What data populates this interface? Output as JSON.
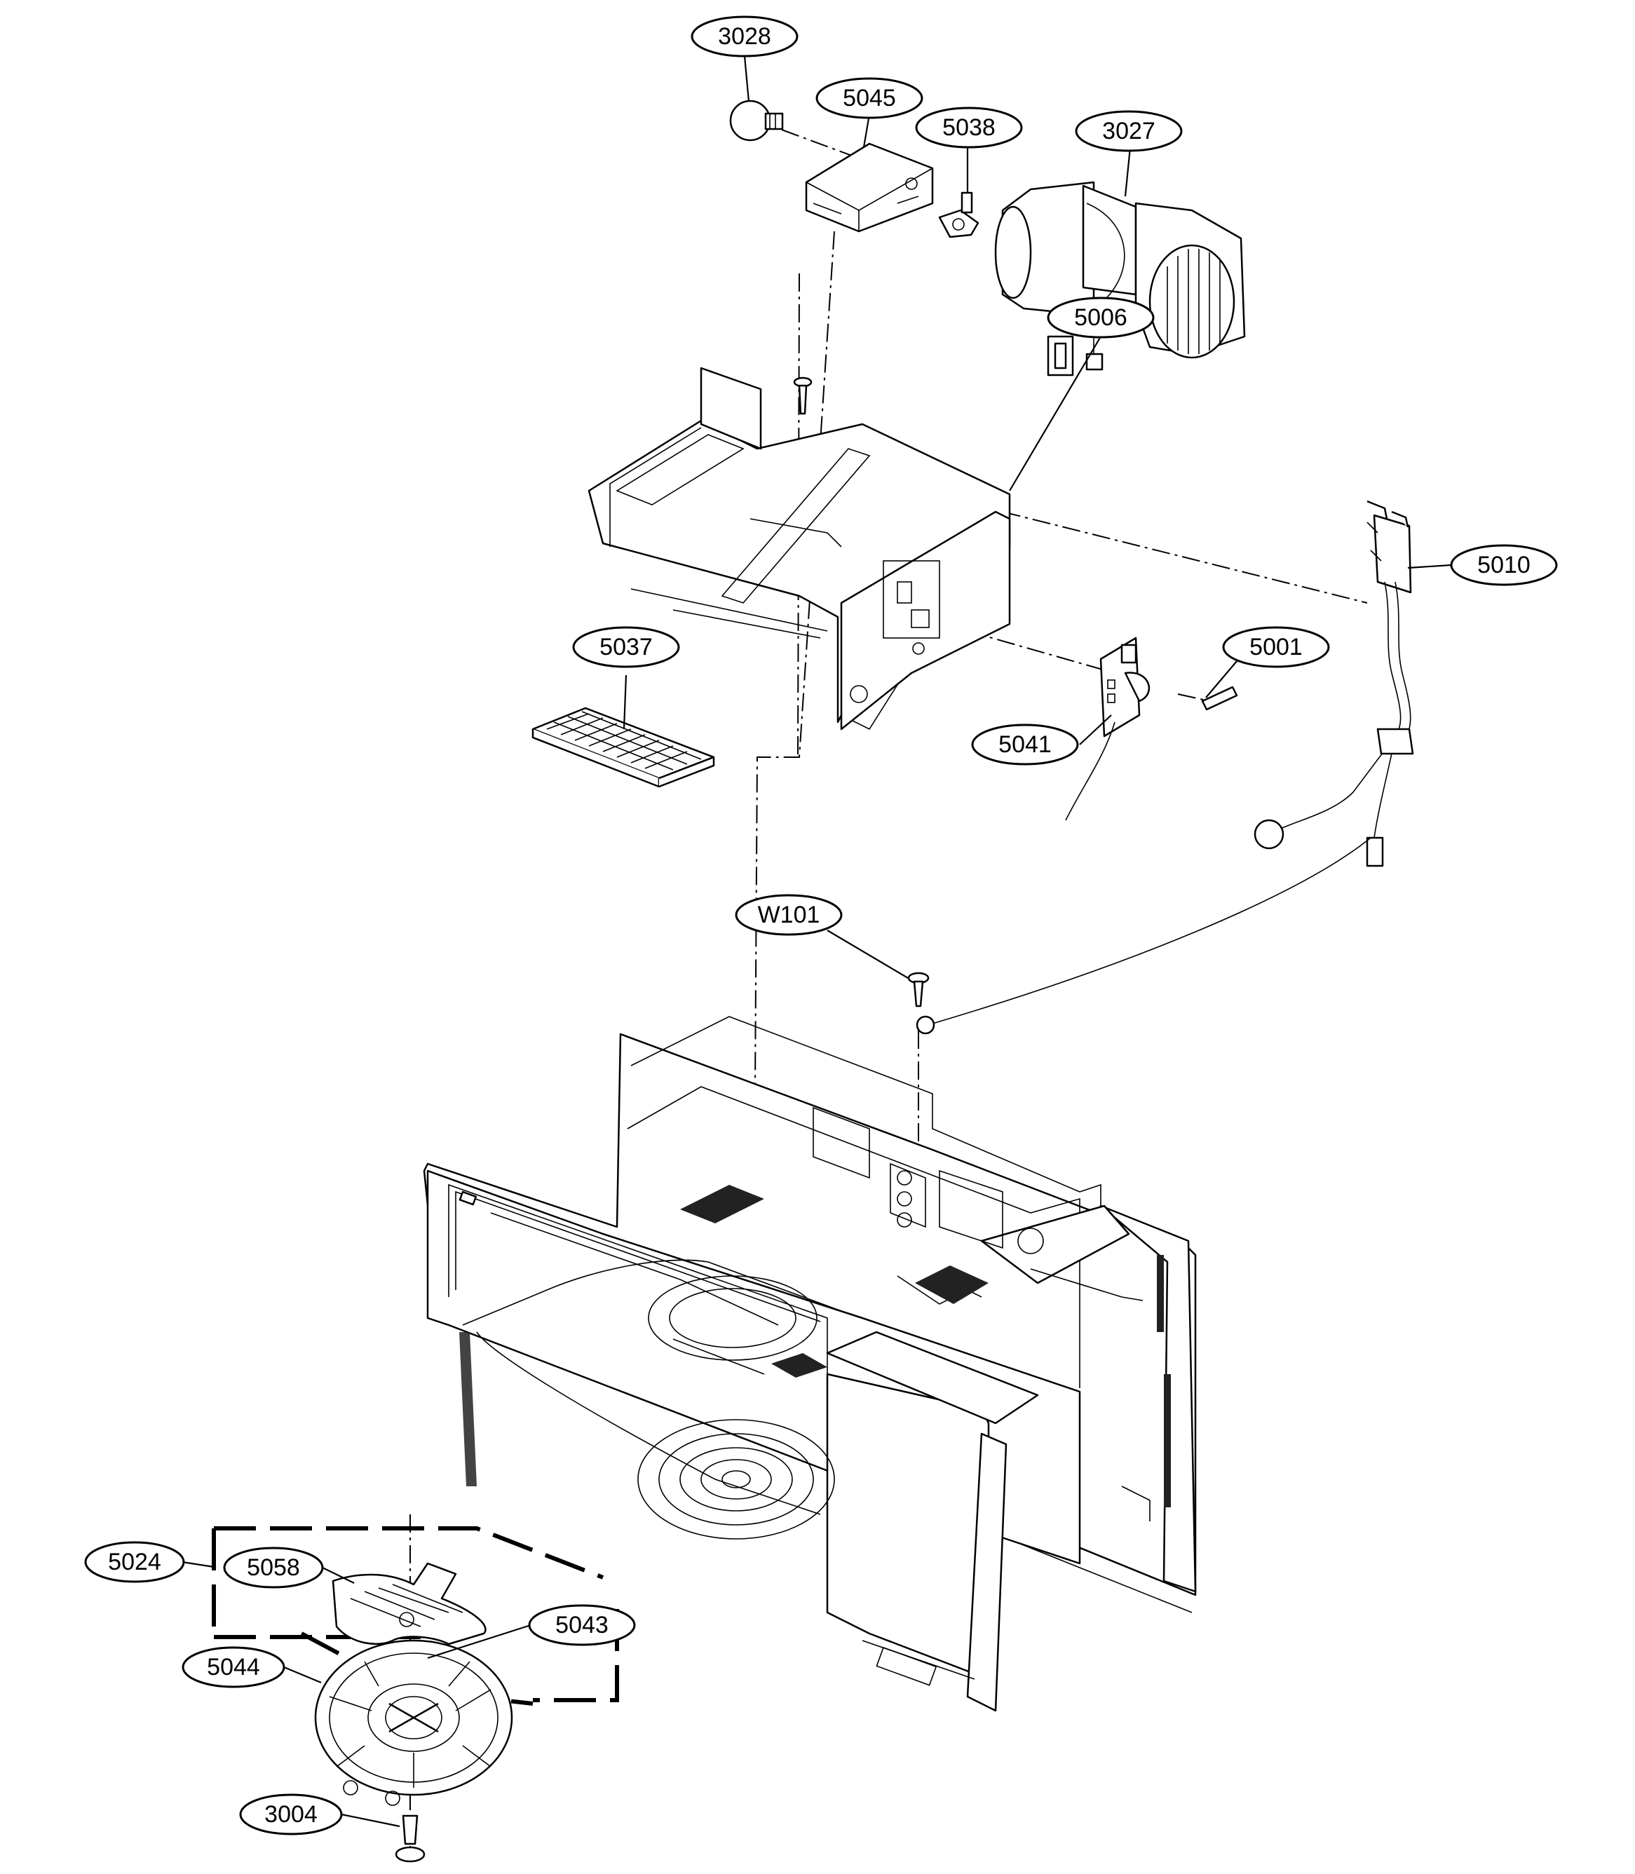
{
  "diagram": {
    "callouts": [
      {
        "id": "c3028",
        "text": "3028"
      },
      {
        "id": "c5045",
        "text": "5045"
      },
      {
        "id": "c5038",
        "text": "5038"
      },
      {
        "id": "c3027",
        "text": "3027"
      },
      {
        "id": "c5006",
        "text": "5006"
      },
      {
        "id": "c5010",
        "text": "5010"
      },
      {
        "id": "c5037",
        "text": "5037"
      },
      {
        "id": "c5001",
        "text": "5001"
      },
      {
        "id": "c5041",
        "text": "5041"
      },
      {
        "id": "cW101",
        "text": "W101"
      },
      {
        "id": "c5024",
        "text": "5024"
      },
      {
        "id": "c5058",
        "text": "5058"
      },
      {
        "id": "c5043",
        "text": "5043"
      },
      {
        "id": "c5044",
        "text": "5044"
      },
      {
        "id": "c3004",
        "text": "3004"
      }
    ]
  }
}
